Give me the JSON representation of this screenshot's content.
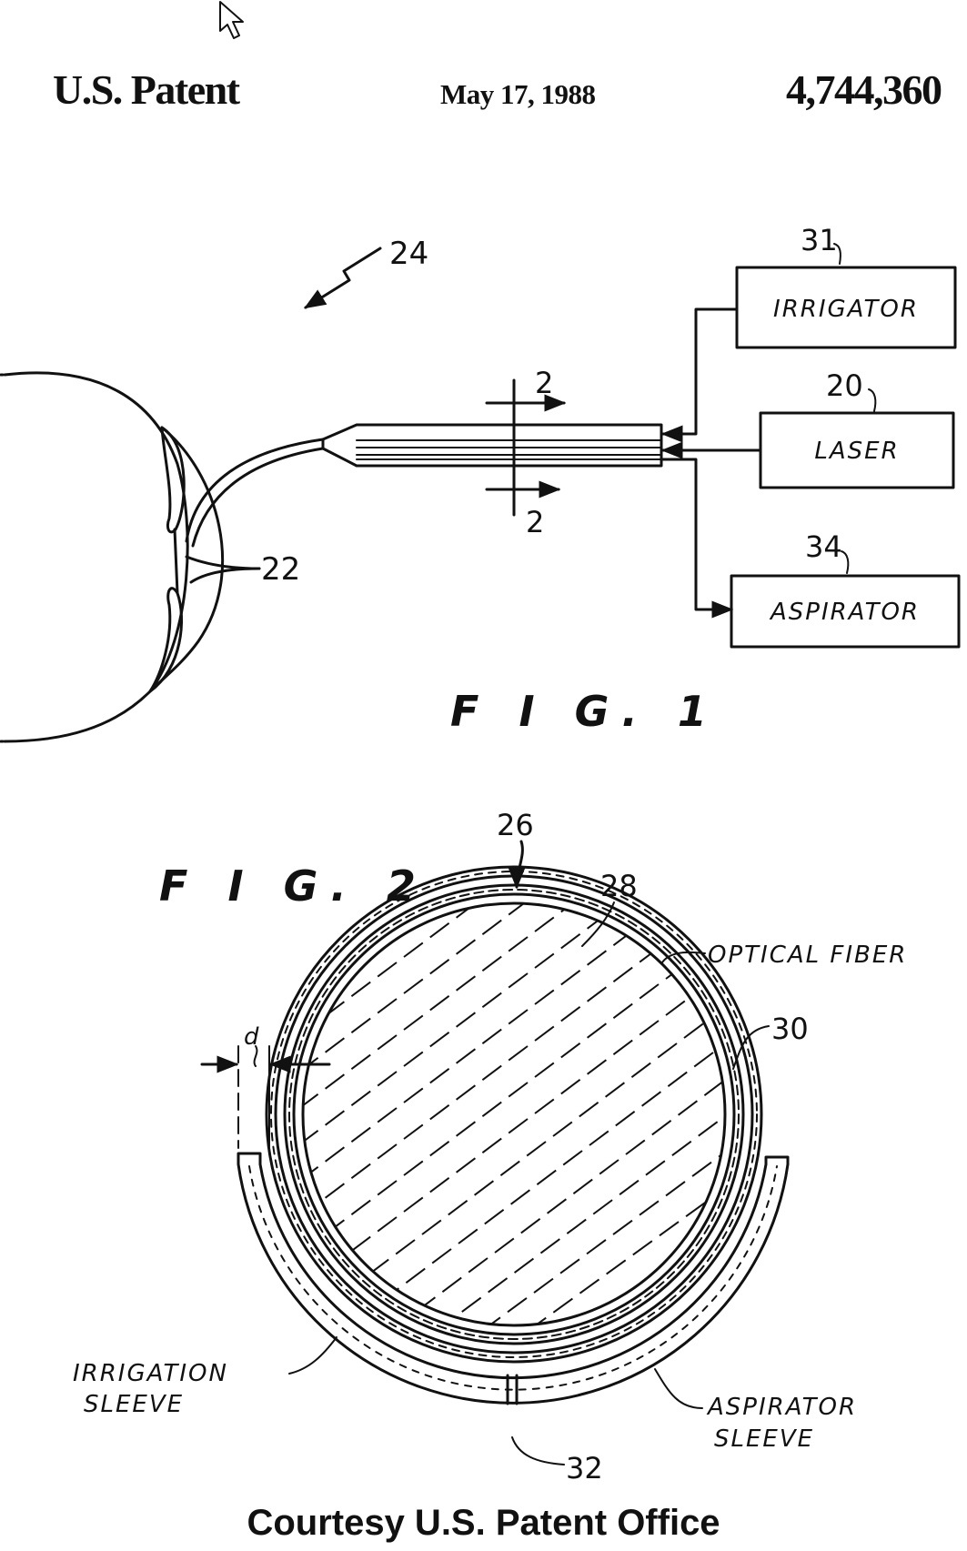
{
  "header": {
    "left": "U.S. Patent",
    "date": "May 17, 1988",
    "number": "4,744,360"
  },
  "fig1": {
    "caption": "F I G. 1",
    "ref_24": "24",
    "ref_22": "22",
    "section_mark": "2",
    "irrigator": {
      "ref": "31",
      "label": "IRRIGATOR"
    },
    "laser": {
      "ref": "20",
      "label": "LASER"
    },
    "aspirator": {
      "ref": "34",
      "label": "ASPIRATOR"
    }
  },
  "fig2": {
    "caption": "F I G. 2",
    "ref_26": "26",
    "ref_28": "28",
    "ref_30": "30",
    "ref_32": "32",
    "dim_d": "d",
    "optical_fiber": "OPTICAL FIBER",
    "irrigation_sleeve": [
      "IRRIGATION",
      "SLEEVE"
    ],
    "aspirator_sleeve": [
      "ASPIRATOR",
      "SLEEVE"
    ]
  },
  "footer": {
    "courtesy": "Courtesy U.S. Patent Office"
  }
}
